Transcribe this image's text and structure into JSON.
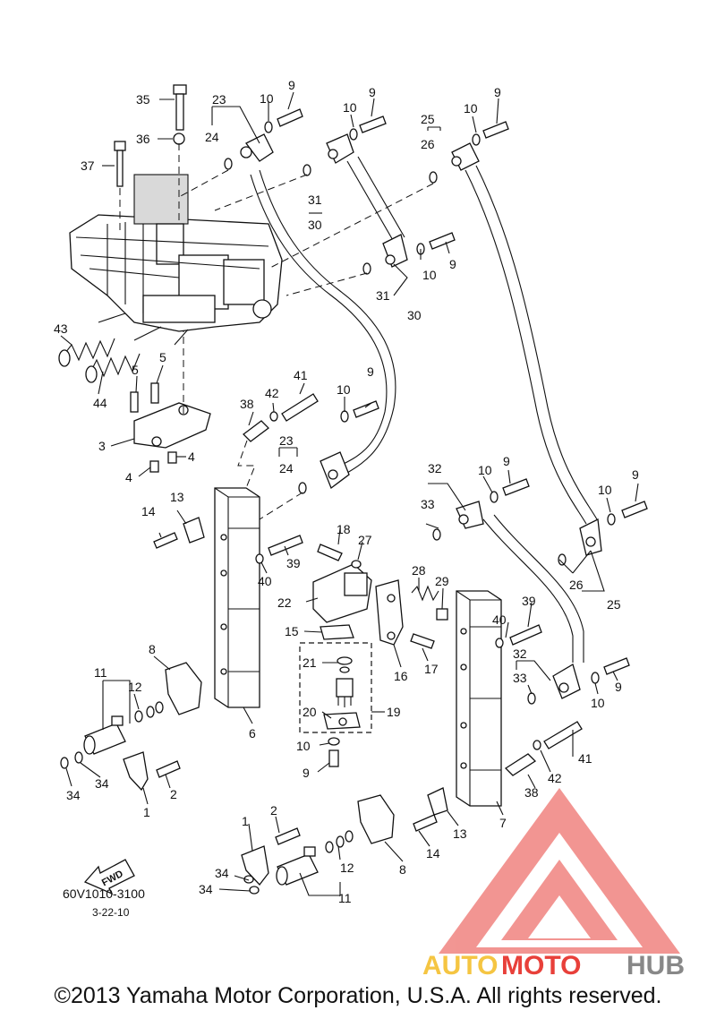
{
  "diagram": {
    "callouts": [
      "1",
      "2",
      "3",
      "4",
      "5",
      "6",
      "7",
      "8",
      "9",
      "10",
      "11",
      "12",
      "13",
      "14",
      "15",
      "16",
      "17",
      "18",
      "19",
      "20",
      "21",
      "22",
      "23",
      "24",
      "25",
      "26",
      "27",
      "28",
      "29",
      "30",
      "31",
      "32",
      "33",
      "34",
      "35",
      "36",
      "37",
      "38",
      "39",
      "40",
      "41",
      "42",
      "43",
      "44"
    ],
    "fwd_label": "FWD",
    "drawing_code": "60V1010-3100",
    "drawing_date": "3-22-10"
  },
  "watermark": {
    "part1": "AUTO",
    "part2": "MOTO",
    "part3": "HUB",
    "color_red": "#e8403a",
    "color_yellow": "#f5c542",
    "color_gray": "#888888"
  },
  "footer": {
    "copyright": "©2013 Yamaha Motor Corporation, U.S.A. All rights reserved."
  }
}
